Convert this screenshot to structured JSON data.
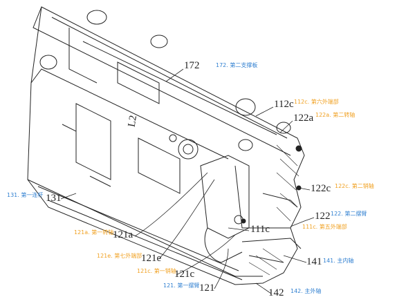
{
  "colors": {
    "blue": "#2f7fd0",
    "orange": "#f0a020",
    "line": "#222222"
  },
  "ref_numbers": {
    "n172": "172",
    "n112c": "112c",
    "n122a": "122a",
    "n131": "131",
    "n122c": "122c",
    "n122": "122",
    "n111c": "111c",
    "n141": "141",
    "n142": "142",
    "n121a": "121a",
    "n121e": "121e",
    "n121c": "121c",
    "n121": "121",
    "l2": "L2"
  },
  "annotations": {
    "a172": "172. 第二支撑板",
    "a112c": "112c. 第六外端部",
    "a122a": "122a. 第二转轴",
    "a131": "131. 第一连杆",
    "a122c": "122c. 第二销轴",
    "a122": "122. 第二摆臂",
    "a111c": "111c. 第五外端部",
    "a141": "141. 主内轴",
    "a142": "142. 主外轴",
    "a121a": "121a. 第一转轴",
    "a121e": "121e. 第七外端部",
    "a121c": "121c. 第一销轴",
    "a121": "121. 第一摆臂"
  }
}
